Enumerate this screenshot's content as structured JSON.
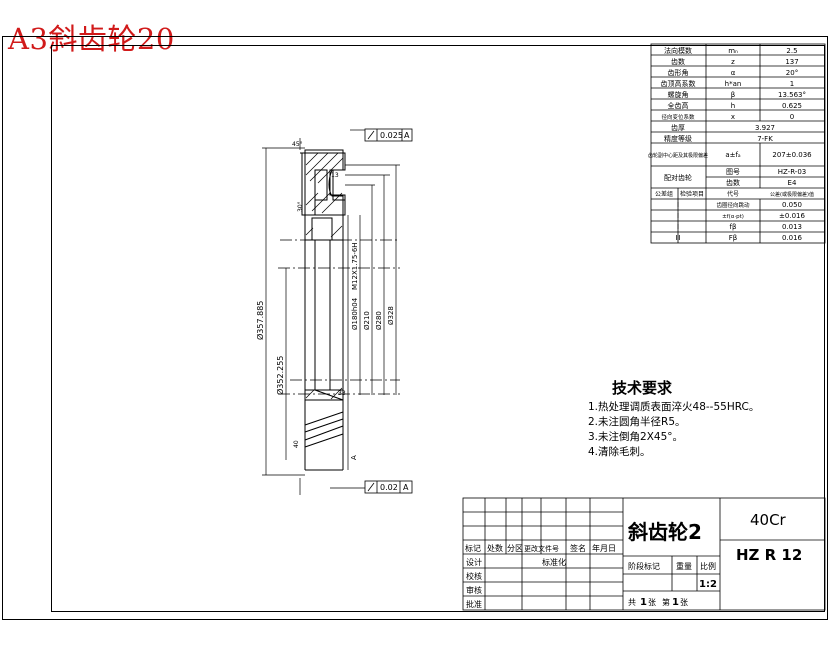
{
  "page": {
    "title": "A3斜齿轮20"
  },
  "params": [
    {
      "name": "法向模数",
      "symbol": "mₙ",
      "value": "2.5"
    },
    {
      "name": "齿数",
      "symbol": "z",
      "value": "137"
    },
    {
      "name": "齿形角",
      "symbol": "α",
      "value": "20°"
    },
    {
      "name": "齿顶高系数",
      "symbol": "h*an",
      "value": "1"
    },
    {
      "name": "螺旋角",
      "symbol": "β",
      "value": "13.563°"
    },
    {
      "name": "全齿高",
      "symbol": "h",
      "value": "0.625"
    },
    {
      "name": "径向变位系数",
      "symbol": "x",
      "value": "0"
    },
    {
      "name": "齿厚",
      "value": "3.927"
    },
    {
      "name": "精度等级",
      "value": "7-FK"
    },
    {
      "name": "齿轮副中心距及其极限偏差",
      "symbol": "a±fₐ",
      "value": "207±0.036"
    },
    {
      "name": "配对齿轮",
      "sub": [
        {
          "label": "图号",
          "value": "HZ-R-03"
        },
        {
          "label": "齿数",
          "value": "E4"
        }
      ]
    }
  ],
  "tolerance_header": {
    "group": "公差组",
    "item": "检验项目",
    "code": "代号",
    "value": "公差(或极限偏差)值"
  },
  "tolerances": [
    {
      "group": "Ⅰ",
      "item": "",
      "code": "齿圈径向跳动",
      "value": "0.050"
    },
    {
      "group": "Ⅰ",
      "item": "",
      "code": "±f(α·pt)",
      "value": "±0.016"
    },
    {
      "group": "Ⅰ",
      "item": "",
      "code": "fβ",
      "value": "0.013"
    },
    {
      "group": "Ⅲ",
      "item": "",
      "code": "Fβ",
      "value": "0.016"
    }
  ],
  "dimensions": {
    "d1": "Ø357.885",
    "d2": "Ø352.255",
    "d3": "M12X1.75-6H",
    "d4": "Ø180h04",
    "d5": "Ø210",
    "d6": "Ø280",
    "d7": "Ø328",
    "w1": "13",
    "w2": "33",
    "w3": "45°",
    "w4": "30°",
    "w5": "40",
    "tol_top": "0.025",
    "tol_top_ref": "A",
    "tol_bottom": "0.02",
    "tol_bottom_ref": "A",
    "datum": "A"
  },
  "tech": {
    "title": "技术要求",
    "items": [
      "1.热处理调质表面淬火48--55HRC。",
      "2.未注圆角半径R5。",
      "3.未注倒角2X45°。",
      "4.清除毛刺。"
    ]
  },
  "title_block": {
    "part_name": "斜齿轮2",
    "material": "40Cr",
    "drawing_no": "HZ R 12",
    "stage_label": "阶段标记",
    "weight_label": "重量",
    "scale_label": "比例",
    "scale": "1:2",
    "sheet_total_pre": "共",
    "sheet_total": "1",
    "sheet_unit": "张",
    "sheet_no_pre": "第",
    "sheet_no": "1",
    "sheet_unit2": "张",
    "rev_cols": [
      "标记",
      "处数",
      "分区",
      "更改文件号",
      "签名",
      "年月日"
    ],
    "roles": [
      "设计",
      "校核",
      "审核",
      "批准"
    ],
    "std_label": "标准化"
  }
}
